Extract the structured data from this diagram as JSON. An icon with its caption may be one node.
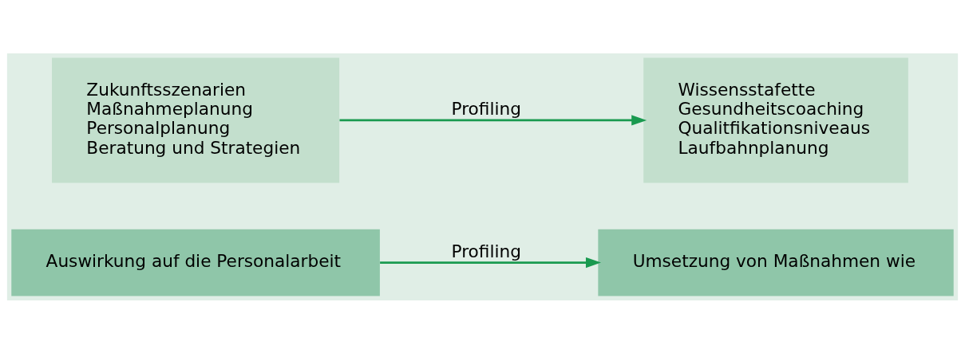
{
  "diagram": {
    "nodes": [
      {
        "text": [
          "Auswirkung auf die Personalarbeit"
        ]
      },
      {
        "text": [
          "Umsetzung von Maßnahmen wie"
        ]
      },
      {
        "text": [
          "Zukunftsszenarien",
          "Maßnahmeplanung",
          "Personalplanung",
          "Beratung und Strategien"
        ]
      },
      {
        "text": [
          "Wissensstafette",
          "Gesundheitscoaching",
          "Qualitfikationsniveaus",
          "Laufbahnplanung"
        ]
      }
    ],
    "edges": [
      {
        "from": 0,
        "to": 1,
        "arrow": "to",
        "label": "Profiling"
      },
      {
        "from": 2,
        "to": 3,
        "arrow": "to",
        "label": "Profiling"
      }
    ]
  }
}
